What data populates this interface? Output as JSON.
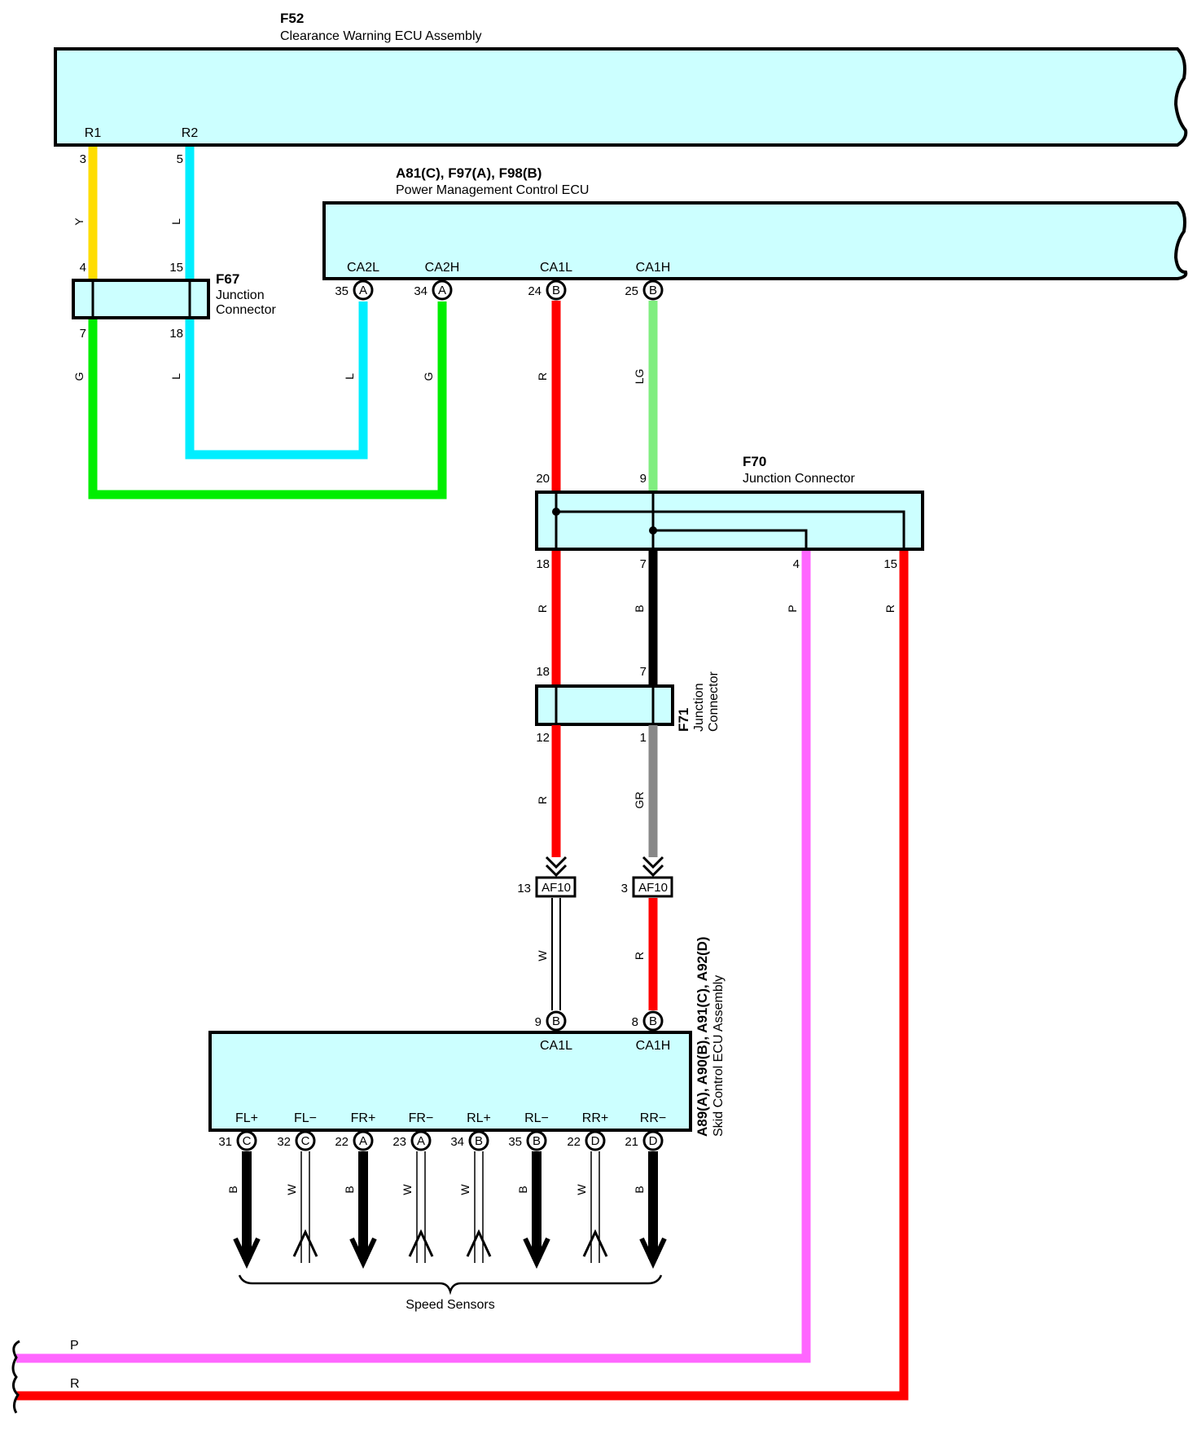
{
  "components": {
    "f52": {
      "code": "F52",
      "name": "Clearance Warning ECU Assembly",
      "pins": [
        "R1",
        "R2"
      ]
    },
    "pmc": {
      "code": "A81(C), F97(A), F98(B)",
      "name": "Power Management Control ECU",
      "pins": [
        "CA2L",
        "CA2H",
        "CA1L",
        "CA1H"
      ]
    },
    "f67": {
      "code": "F67",
      "name1": "Junction",
      "name2": "Connector"
    },
    "f70": {
      "code": "F70",
      "name": "Junction Connector"
    },
    "f71": {
      "code": "F71",
      "name1": "Junction",
      "name2": "Connector"
    },
    "skid": {
      "code": "A89(A), A90(B), A91(C), A92(D)",
      "name": "Skid Control ECU Assembly",
      "pins_top": [
        "CA1L",
        "CA1H"
      ],
      "pins_bottom": [
        "FL+",
        "FL−",
        "FR+",
        "FR−",
        "RL+",
        "RL−",
        "RR+",
        "RR−"
      ]
    },
    "af10": {
      "code": "AF10"
    }
  },
  "pin_numbers": {
    "f52": [
      "3",
      "5"
    ],
    "f67_in": [
      "4",
      "15"
    ],
    "f67_out": [
      "7",
      "18"
    ],
    "pmc": [
      "35",
      "34",
      "24",
      "25"
    ],
    "pmc_letters": [
      "A",
      "A",
      "B",
      "B"
    ],
    "f70_in": [
      "20",
      "9"
    ],
    "f70_out": [
      "18",
      "7",
      "4",
      "15"
    ],
    "f71_in": [
      "18",
      "7"
    ],
    "f71_out": [
      "12",
      "1"
    ],
    "af10": [
      "13",
      "3"
    ],
    "skid_top": [
      "9",
      "8"
    ],
    "skid_top_letters": [
      "B",
      "B"
    ],
    "skid_bottom": [
      "31",
      "32",
      "22",
      "23",
      "34",
      "35",
      "22",
      "21"
    ],
    "skid_bottom_letters": [
      "C",
      "C",
      "A",
      "A",
      "B",
      "B",
      "D",
      "D"
    ]
  },
  "wire_colors": {
    "f52_r1": "Y",
    "f52_r2": "L",
    "f67_7": "G",
    "f67_18": "L",
    "pmc_ca2l": "L",
    "pmc_ca2h": "G",
    "pmc_ca1l": "R",
    "pmc_ca1h": "LG",
    "f70_18": "R",
    "f70_7": "B",
    "f70_4": "P",
    "f70_15": "R",
    "f71_12": "R",
    "f71_1": "GR",
    "af10_13": "W",
    "af10_3": "R",
    "sensors": [
      "B",
      "W",
      "B",
      "W",
      "W",
      "B",
      "W",
      "B"
    ],
    "bottom_p": "P",
    "bottom_r": "R"
  },
  "speed_sensors_label": "Speed Sensors",
  "colors": {
    "ecu_fill": "#ccffff",
    "Y": "#ffdd00",
    "L": "#00eeff",
    "G": "#00ee00",
    "R": "#ff0000",
    "LG": "#80ee80",
    "B": "#000000",
    "P": "#ff66ff",
    "GR": "#888888",
    "W": "#ffffff"
  }
}
